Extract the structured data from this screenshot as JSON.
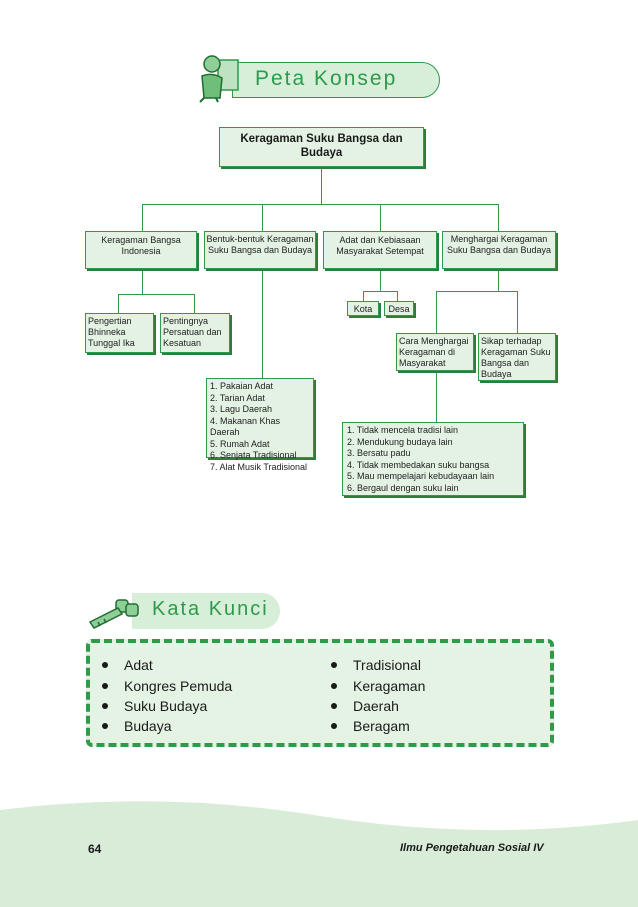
{
  "peta_konsep": {
    "title": "Peta Konsep",
    "main": "Keragaman Suku Bangsa dan Budaya",
    "level1": [
      "Keragaman Bangsa Indonesia",
      "Bentuk-bentuk Keragaman Suku Bangsa dan Budaya",
      "Adat dan Kebiasaan Masyarakat Setempat",
      "Menghargai Keragaman Suku Bangsa dan Budaya"
    ],
    "pengertian": "Pengertian Bhinneka Tunggal Ika",
    "pentingnya": "Pentingnya Persatuan dan Kesatuan",
    "kota": "Kota",
    "desa": "Desa",
    "cara": "Cara Menghargai Keragaman di Masyarakat",
    "sikap": "Sikap terhadap Keragaman Suku Bangsa dan Budaya",
    "bentuk_list": [
      "1. Pakaian Adat",
      "2. Tarian Adat",
      "3. Lagu Daerah",
      "4. Makanan Khas Daerah",
      "5. Rumah Adat",
      "6. Senjata Tradisional",
      "7. Alat Musik Tradisional"
    ],
    "cara_list": [
      "1. Tidak mencela tradisi lain",
      "2. Mendukung budaya lain",
      "3. Bersatu padu",
      "4. Tidak membedakan suku bangsa",
      "5. Mau mempelajari kebudayaan lain",
      "6. Bergaul dengan suku lain"
    ]
  },
  "kata_kunci": {
    "title": "Kata Kunci",
    "left": [
      "Adat",
      "Kongres Pemuda",
      "Suku Budaya",
      "Budaya"
    ],
    "right": [
      "Tradisional",
      "Keragaman",
      "Daerah",
      "Beragam"
    ]
  },
  "footer": {
    "page_number": "64",
    "book_title": "Ilmu Pengetahuan Sosial IV"
  },
  "colors": {
    "accent": "#2e9a4a",
    "box_fill": "#e3f2e3",
    "wave": "#d8ecd8"
  }
}
